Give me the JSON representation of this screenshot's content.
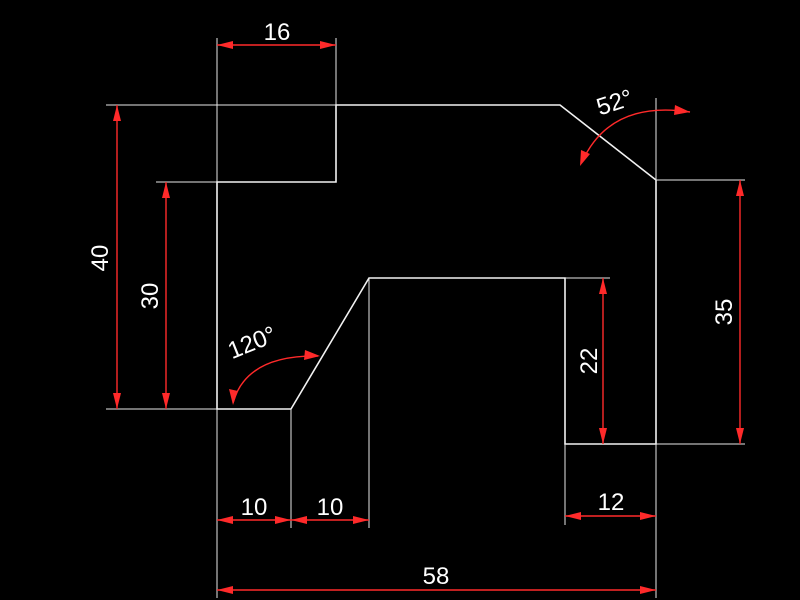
{
  "colors": {
    "background": "#000000",
    "outline": "#f2f2f2",
    "dimension": "#ff2a2a",
    "text": "#ffffff"
  },
  "dimensions": {
    "top_width": "16",
    "angle_top_right": "52°",
    "height_left_outer": "40",
    "height_left_inner": "30",
    "angle_bottom_left": "120°",
    "height_slot": "22",
    "height_right": "35",
    "bottom_left_width": "10",
    "bottom_left_second_width": "10",
    "bottom_right_width": "12",
    "total_width": "58"
  }
}
